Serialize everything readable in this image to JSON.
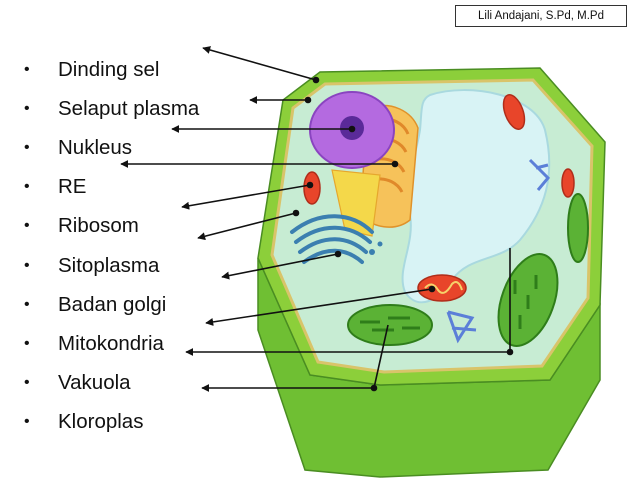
{
  "author_box": "Lili Andajani, S.Pd, M.Pd",
  "parts": [
    "Dinding sel",
    "Selaput plasma",
    "Nukleus",
    "RE",
    "Ribosom",
    "Sitoplasma",
    "Badan golgi",
    "Mitokondria",
    "Vakuola",
    "Kloroplas"
  ],
  "colors": {
    "cell_wall": "#8ccf3a",
    "cell_wall_dark": "#5ea52a",
    "cytoplasm": "#c7ecd3",
    "nucleus": "#b46ae0",
    "nucleolus": "#5a2a99",
    "vacuole": "#d8f3f5",
    "er_golgi": "#f6a931",
    "golgi_blue": "#3b7fb0",
    "mitochondria": "#e8452a",
    "chloroplast": "#5bb235",
    "pointer_line": "#111111"
  }
}
